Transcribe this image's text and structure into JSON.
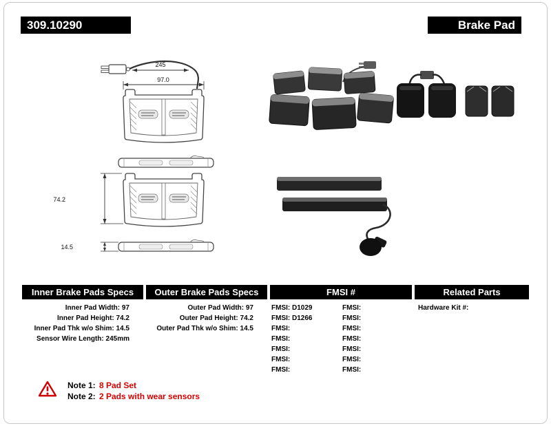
{
  "header": {
    "part_number": "309.10290",
    "product_type": "Brake Pad"
  },
  "dimensions": {
    "sensor_wire_length": "245",
    "pad_width": "97.0",
    "pad_height": "74.2",
    "pad_thickness": "14.5"
  },
  "specs_table": {
    "inner": {
      "header": "Inner Brake Pads Specs",
      "rows": [
        "Inner Pad Width: 97",
        "Inner Pad Height: 74.2",
        "Inner Pad Thk w/o Shim: 14.5",
        "Sensor Wire Length: 245mm"
      ]
    },
    "outer": {
      "header": "Outer Brake Pads Specs",
      "rows": [
        "Outer Pad Width: 97",
        "Outer Pad Height: 74.2",
        "Outer Pad Thk w/o Shim: 14.5"
      ]
    },
    "fmsi": {
      "header": "FMSI #",
      "left_column": [
        "FMSI:  D1029",
        "FMSI:  D1266",
        "FMSI:",
        "FMSI:",
        "FMSI:",
        "FMSI:",
        "FMSI:"
      ],
      "right_column": [
        "FMSI:",
        "FMSI:",
        "FMSI:",
        "FMSI:",
        "FMSI:",
        "FMSI:",
        "FMSI:"
      ]
    },
    "related": {
      "header": "Related Parts",
      "rows": [
        "Hardware Kit #:"
      ]
    }
  },
  "notes": [
    {
      "label": "Note 1:",
      "text": "8 Pad Set"
    },
    {
      "label": "Note 2:",
      "text": "2 Pads with wear sensors"
    }
  ],
  "colors": {
    "header_bg": "#000000",
    "note_red": "#d60000"
  }
}
